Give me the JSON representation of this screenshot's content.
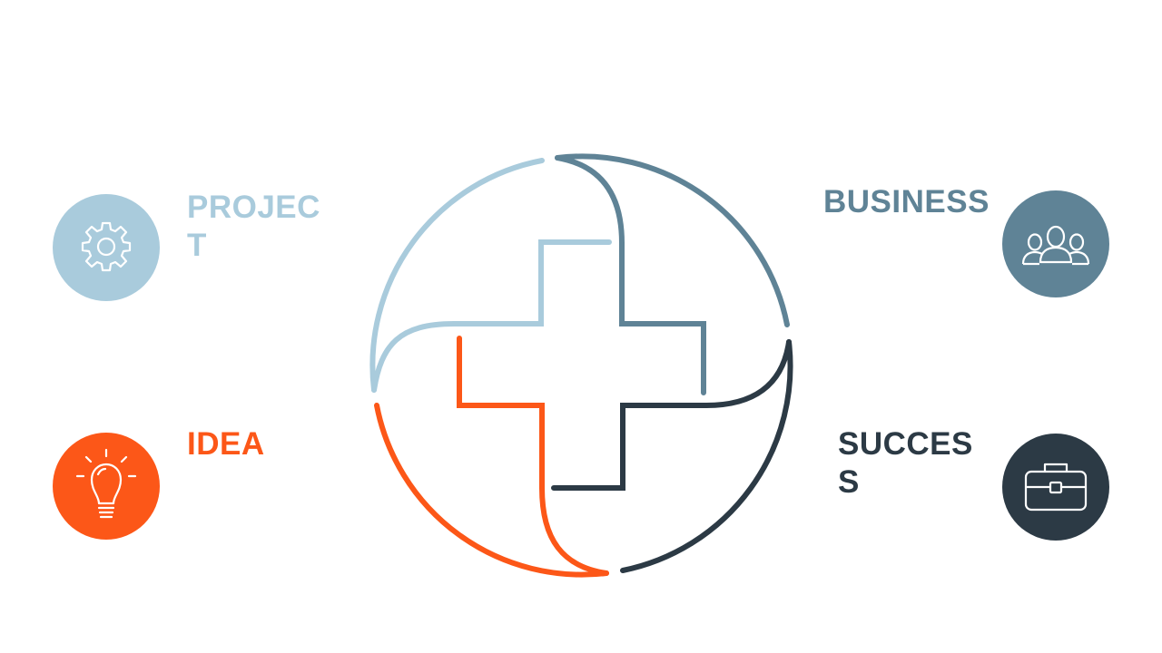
{
  "colors": {
    "project": "#a9cbdc",
    "business": "#5f8396",
    "idea": "#fc5718",
    "success": "#2c3a45"
  },
  "labels": {
    "project_line1": "PROJEC",
    "project_line2": "T",
    "business": "BUSINESS",
    "idea": "IDEA",
    "success_line1": "SUCCES",
    "success_line2": "S"
  },
  "icons": {
    "project": "gear-icon",
    "business": "users-icon",
    "idea": "lightbulb-icon",
    "success": "briefcase-icon"
  }
}
